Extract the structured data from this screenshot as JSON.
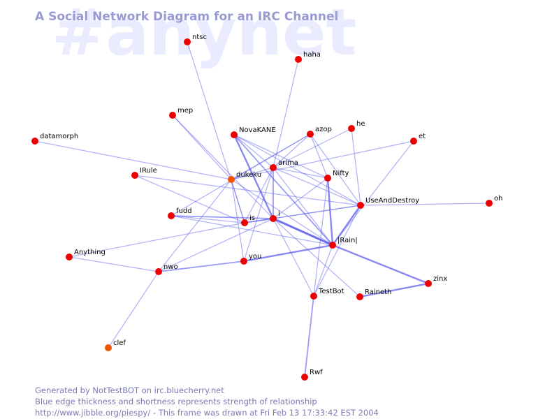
{
  "channel": "#anynet",
  "title": "A Social Network Diagram for an IRC Channel",
  "colors": {
    "node": "#ee0000",
    "node_recent": "#ee5500",
    "edge": "#5555ee",
    "title": "#9a9ad2",
    "watermark": "#ebebff",
    "footer": "#7a7ab4"
  },
  "nodes": [
    {
      "id": "ntsc",
      "label": "ntsc"
    },
    {
      "id": "haha",
      "label": "haha"
    },
    {
      "id": "mep",
      "label": "mep"
    },
    {
      "id": "datamorph",
      "label": "datamorph"
    },
    {
      "id": "NovaKANE",
      "label": "NovaKANE"
    },
    {
      "id": "azop",
      "label": "azop"
    },
    {
      "id": "he",
      "label": "he"
    },
    {
      "id": "et",
      "label": "et"
    },
    {
      "id": "arima",
      "label": "arima"
    },
    {
      "id": "IRule",
      "label": "IRule"
    },
    {
      "id": "dukeku",
      "label": "dukeku",
      "recent": true
    },
    {
      "id": "Nifty",
      "label": "Nifty"
    },
    {
      "id": "UseAndDestroy",
      "label": "UseAndDestroy"
    },
    {
      "id": "oh",
      "label": "oh"
    },
    {
      "id": "fudd",
      "label": "fudd"
    },
    {
      "id": "is",
      "label": "is"
    },
    {
      "id": "i",
      "label": "i"
    },
    {
      "id": "Rain",
      "label": "|Rain|"
    },
    {
      "id": "Anything",
      "label": "Anything"
    },
    {
      "id": "you",
      "label": "you"
    },
    {
      "id": "nwo",
      "label": "nwo"
    },
    {
      "id": "zinx",
      "label": "zinx"
    },
    {
      "id": "TestBot",
      "label": "TestBot"
    },
    {
      "id": "Raineth",
      "label": "Raineth"
    },
    {
      "id": "clef",
      "label": "clef",
      "recent": true
    },
    {
      "id": "Rwf",
      "label": "Rwf"
    }
  ],
  "edges": [
    {
      "source": "ntsc",
      "target": "is",
      "strength": 1
    },
    {
      "source": "haha",
      "target": "arima",
      "strength": 1
    },
    {
      "source": "mep",
      "target": "dukeku",
      "strength": 1
    },
    {
      "source": "mep",
      "target": "i",
      "strength": 1
    },
    {
      "source": "datamorph",
      "target": "dukeku",
      "strength": 1
    },
    {
      "source": "NovaKANE",
      "target": "i",
      "strength": 3
    },
    {
      "source": "NovaKANE",
      "target": "Rain",
      "strength": 2
    },
    {
      "source": "NovaKANE",
      "target": "arima",
      "strength": 1
    },
    {
      "source": "NovaKANE",
      "target": "Nifty",
      "strength": 1
    },
    {
      "source": "NovaKANE",
      "target": "UseAndDestroy",
      "strength": 1
    },
    {
      "source": "azop",
      "target": "dukeku",
      "strength": 1
    },
    {
      "source": "azop",
      "target": "arima",
      "strength": 1
    },
    {
      "source": "azop",
      "target": "Nifty",
      "strength": 1
    },
    {
      "source": "azop",
      "target": "UseAndDestroy",
      "strength": 1
    },
    {
      "source": "azop",
      "target": "fudd",
      "strength": 1
    },
    {
      "source": "he",
      "target": "UseAndDestroy",
      "strength": 1
    },
    {
      "source": "he",
      "target": "arima",
      "strength": 1
    },
    {
      "source": "et",
      "target": "dukeku",
      "strength": 1
    },
    {
      "source": "et",
      "target": "Rain",
      "strength": 1
    },
    {
      "source": "arima",
      "target": "Nifty",
      "strength": 1
    },
    {
      "source": "arima",
      "target": "UseAndDestroy",
      "strength": 1
    },
    {
      "source": "arima",
      "target": "i",
      "strength": 2
    },
    {
      "source": "arima",
      "target": "is",
      "strength": 1
    },
    {
      "source": "arima",
      "target": "you",
      "strength": 1
    },
    {
      "source": "arima",
      "target": "dukeku",
      "strength": 1
    },
    {
      "source": "arima",
      "target": "Rain",
      "strength": 1
    },
    {
      "source": "IRule",
      "target": "UseAndDestroy",
      "strength": 1
    },
    {
      "source": "IRule",
      "target": "is",
      "strength": 1
    },
    {
      "source": "dukeku",
      "target": "is",
      "strength": 1
    },
    {
      "source": "dukeku",
      "target": "Rain",
      "strength": 1
    },
    {
      "source": "dukeku",
      "target": "nwo",
      "strength": 1
    },
    {
      "source": "dukeku",
      "target": "you",
      "strength": 1
    },
    {
      "source": "Nifty",
      "target": "Rain",
      "strength": 3
    },
    {
      "source": "Nifty",
      "target": "i",
      "strength": 1
    },
    {
      "source": "Nifty",
      "target": "TestBot",
      "strength": 1
    },
    {
      "source": "UseAndDestroy",
      "target": "i",
      "strength": 1
    },
    {
      "source": "UseAndDestroy",
      "target": "Rain",
      "strength": 3
    },
    {
      "source": "UseAndDestroy",
      "target": "TestBot",
      "strength": 1
    },
    {
      "source": "UseAndDestroy",
      "target": "oh",
      "strength": 1
    },
    {
      "source": "UseAndDestroy",
      "target": "is",
      "strength": 1
    },
    {
      "source": "fudd",
      "target": "i",
      "strength": 2
    },
    {
      "source": "fudd",
      "target": "Rain",
      "strength": 1
    },
    {
      "source": "fudd",
      "target": "is",
      "strength": 1
    },
    {
      "source": "is",
      "target": "i",
      "strength": 2
    },
    {
      "source": "is",
      "target": "Anything",
      "strength": 1
    },
    {
      "source": "i",
      "target": "Rain",
      "strength": 4
    },
    {
      "source": "i",
      "target": "TestBot",
      "strength": 1
    },
    {
      "source": "i",
      "target": "Raineth",
      "strength": 1
    },
    {
      "source": "i",
      "target": "nwo",
      "strength": 1
    },
    {
      "source": "Rain",
      "target": "you",
      "strength": 3
    },
    {
      "source": "Rain",
      "target": "zinx",
      "strength": 3
    },
    {
      "source": "Rain",
      "target": "TestBot",
      "strength": 1
    },
    {
      "source": "Anything",
      "target": "nwo",
      "strength": 1
    },
    {
      "source": "nwo",
      "target": "you",
      "strength": 2
    },
    {
      "source": "nwo",
      "target": "clef",
      "strength": 1
    },
    {
      "source": "Raineth",
      "target": "zinx",
      "strength": 3
    },
    {
      "source": "TestBot",
      "target": "Rwf",
      "strength": 2
    }
  ],
  "footer": {
    "line1": "Generated by NotTestBOT on irc.bluecherry.net",
    "line2": "Blue edge thickness and shortness represents strength of relationship",
    "line3": "http://www.jibble.org/piespy/ - This frame was drawn at Fri Feb 13 17:33:42 EST 2004"
  }
}
